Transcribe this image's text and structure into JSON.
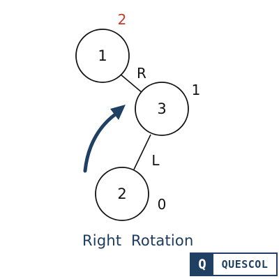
{
  "diagram": {
    "nodes": [
      {
        "id": "n1",
        "label": "1",
        "balance_factor": "2",
        "bf_color": "#c0392b"
      },
      {
        "id": "n3",
        "label": "3",
        "balance_factor": "1",
        "bf_color": "#111111"
      },
      {
        "id": "n2",
        "label": "2",
        "balance_factor": "0",
        "bf_color": "#111111"
      }
    ],
    "edges": [
      {
        "from": "n1",
        "to": "n3",
        "label": "R"
      },
      {
        "from": "n3",
        "to": "n2",
        "label": "L"
      }
    ],
    "arrow_color": "#1f3f63",
    "caption": "Right  Rotation"
  },
  "logo": {
    "mark": "Q",
    "text": "QUESCOL",
    "color": "#1f3f63"
  }
}
